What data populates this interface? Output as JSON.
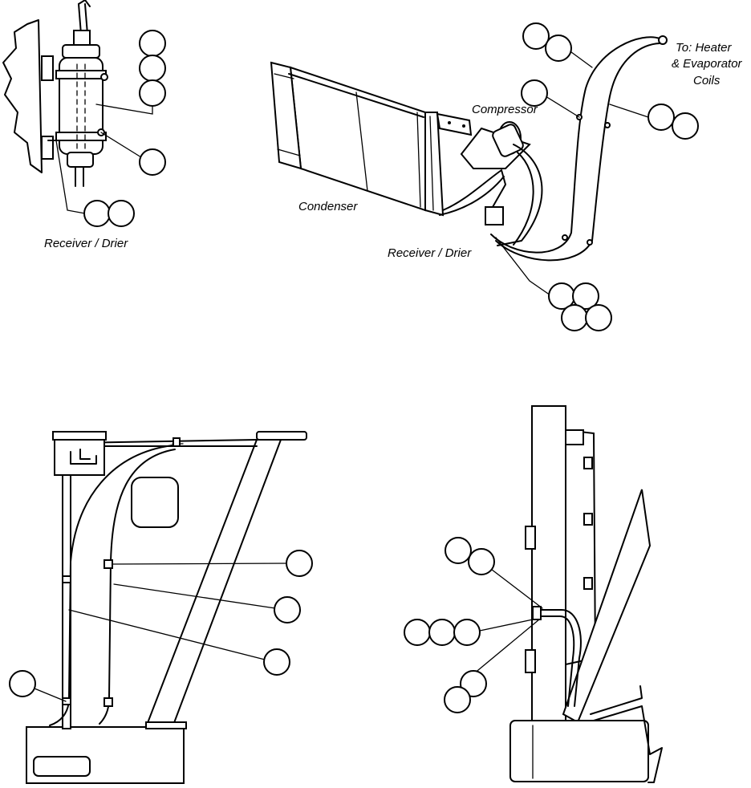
{
  "labels": {
    "receiver_drier_left": "Receiver / Drier",
    "condenser": "Condenser",
    "compressor": "Compressor",
    "receiver_drier_right": "Receiver / Drier",
    "to_heater_line1": "To: Heater",
    "to_heater_line2": "& Evaporator",
    "to_heater_line3": "Coils"
  }
}
